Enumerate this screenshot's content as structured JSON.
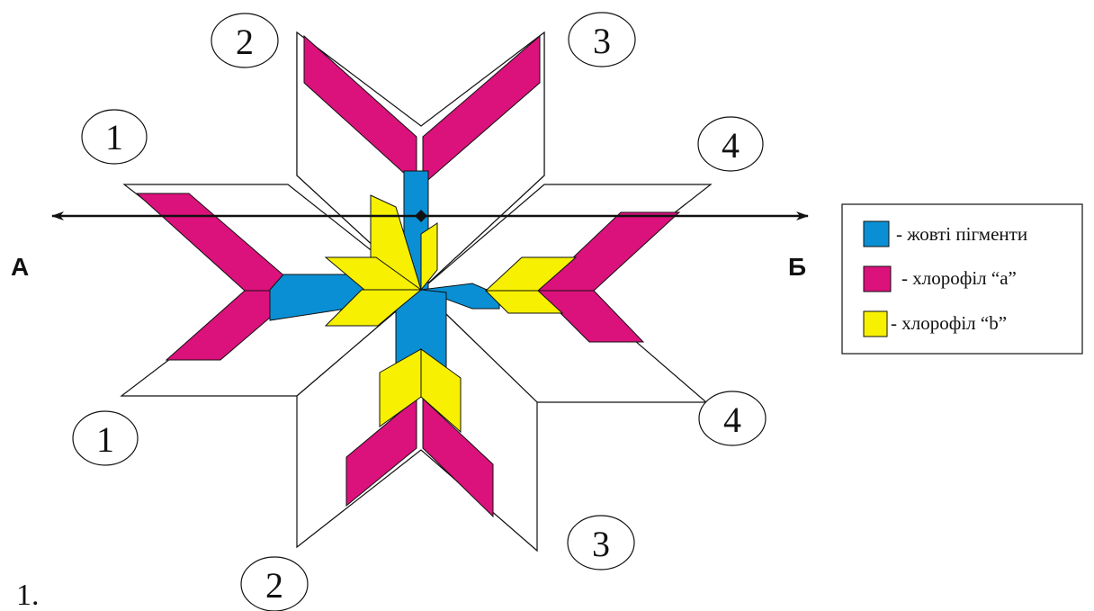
{
  "colors": {
    "yellow_pigments": "#0a8fd4",
    "chlorophyll_a": "#db117c",
    "chlorophyll_b": "#f7f000",
    "outline": "#111111"
  },
  "axis": {
    "left_label": "А",
    "right_label": "Б"
  },
  "region_numbers": {
    "top_left_1": "1",
    "top_2": "2",
    "top_3": "3",
    "top_right_4": "4",
    "bottom_left_1": "1",
    "bottom_2": "2",
    "bottom_3": "3",
    "bottom_right_4": "4"
  },
  "legend": {
    "items": [
      {
        "label": "- жовті пігменти",
        "color_key": "yellow_pigments"
      },
      {
        "label": "- хлорофіл “а”",
        "color_key": "chlorophyll_a"
      },
      {
        "label": "- хлорофіл “b”",
        "color_key": "chlorophyll_b"
      }
    ]
  },
  "figure_label": "1."
}
